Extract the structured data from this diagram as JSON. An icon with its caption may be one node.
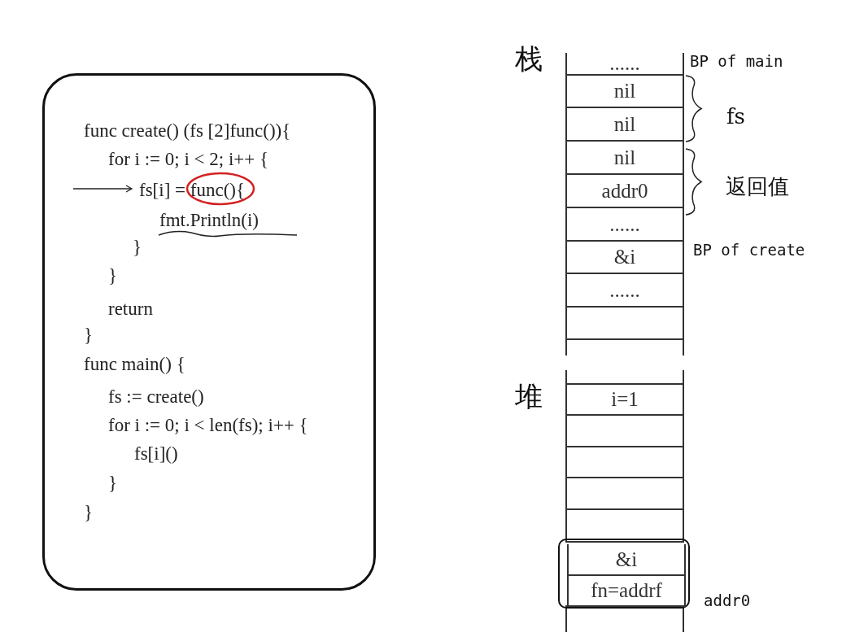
{
  "diagram": {
    "nodes": [
      {
        "text": [
          "func create() (fs [2]func()){",
          "for i := 0; i < 2; i++ {",
          "fs[i] = func(){",
          "fmt.Println(i)",
          "}",
          "}",
          "return",
          "}",
          "func main() {",
          "fs := create()",
          "for i := 0; i < len(fs); i++ {",
          "fs[i]()",
          "}",
          "}"
        ]
      },
      {
        "text": [
          "栈"
        ]
      },
      {
        "text": [
          "......"
        ],
        "in": 1
      },
      {
        "text": [
          "nil"
        ],
        "in": 1
      },
      {
        "text": [
          "nil"
        ],
        "in": 1
      },
      {
        "text": [
          "nil"
        ],
        "in": 1
      },
      {
        "text": [
          "addr0"
        ],
        "in": 1
      },
      {
        "text": [
          "......"
        ],
        "in": 1
      },
      {
        "text": [
          "&i"
        ],
        "in": 1
      },
      {
        "text": [
          "......"
        ],
        "in": 1
      },
      {
        "text": [],
        "shape": "box",
        "in": 1
      },
      {
        "text": [],
        "shape": "box",
        "in": 1
      },
      {
        "text": [
          "堆"
        ]
      },
      {
        "text": [],
        "shape": "box",
        "in": 12
      },
      {
        "text": [
          "i=1"
        ],
        "in": 12
      },
      {
        "text": [],
        "shape": "box",
        "in": 12
      },
      {
        "text": [],
        "shape": "box",
        "in": 12
      },
      {
        "text": [],
        "shape": "box",
        "in": 12
      },
      {
        "text": [],
        "shape": "box",
        "in": 12
      },
      {
        "text": [],
        "shape": "box",
        "in": 12,
        "beside": [
          "addr0"
        ]
      },
      {
        "text": [
          "&i"
        ],
        "in": 19
      },
      {
        "text": [
          "fn=addrf"
        ],
        "in": 19
      },
      {
        "text": [],
        "shape": "box",
        "in": 12
      }
    ],
    "labels": [
      "BP of main",
      "fs",
      "返回值",
      "BP of create"
    ]
  }
}
